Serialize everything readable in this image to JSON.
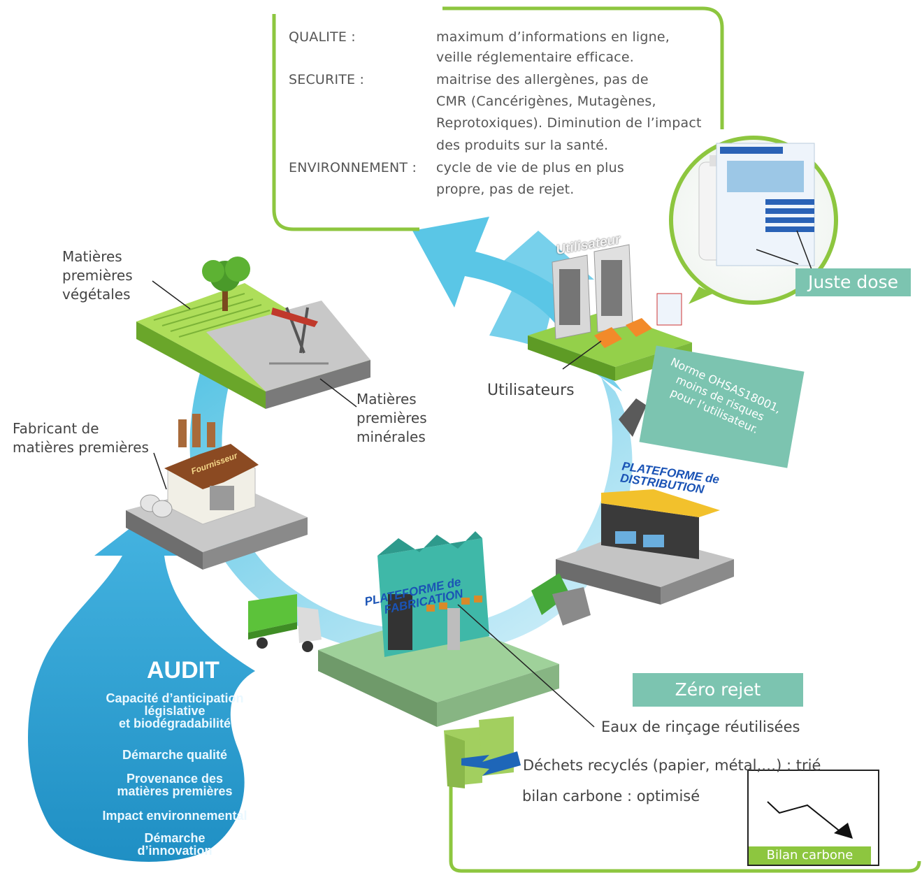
{
  "info_box": {
    "rows": [
      {
        "key": "QUALITE :",
        "value": "maximum d’informations en ligne,"
      },
      {
        "key": "",
        "value": "veille réglementaire efficace."
      },
      {
        "key": "SECURITE :",
        "value": "maitrise des allergènes, pas de"
      },
      {
        "key": "",
        "value": "CMR (Cancérigènes, Mutagènes,"
      },
      {
        "key": "",
        "value": "Reprotoxiques). Diminution de l’impact"
      },
      {
        "key": "",
        "value": "des produits sur la santé."
      },
      {
        "key": "ENVIRONNEMENT :",
        "value": "cycle de vie de plus en plus"
      },
      {
        "key": "",
        "value": "propre, pas de rejet."
      }
    ]
  },
  "labels": {
    "vegetal": [
      "Matières",
      "premières",
      "végétales"
    ],
    "mineral": [
      "Matières",
      "premières",
      "minérales"
    ],
    "fabricant": [
      "Fabricant de",
      "matières premières"
    ],
    "utilisateurs": "Utilisateurs",
    "eaux": "Eaux de rinçage réutilisées",
    "dechets": "Déchets recyclés (papier, métal,…) : trié",
    "bilan_text": "bilan carbone : optimisé"
  },
  "badges": {
    "juste_dose": "Juste dose",
    "zero_rejet": "Zéro rejet",
    "bilan_carbone": "Bilan carbone",
    "norme": [
      "Norme OHSAS18001,",
      "moins de risques",
      "pour l’utilisateur."
    ]
  },
  "buildings": {
    "utilisateur": "Utilisateur",
    "fournisseur": "Fournisseur",
    "plat_distribution": [
      "PLATEFORME de",
      "DISTRIBUTION"
    ],
    "plat_fabrication": [
      "PLATEFORME de",
      "FABRICATION"
    ]
  },
  "audit": {
    "title": "AUDIT",
    "items": [
      [
        "Capacité d’anticipation",
        "législative",
        "et biodégradabilité"
      ],
      [
        "Démarche qualité"
      ],
      [
        "Provenance des",
        "matières premières"
      ],
      [
        "Impact environnemental"
      ],
      [
        "Démarche",
        "d’innovation"
      ]
    ]
  },
  "colors": {
    "green": "#8dc63f",
    "teal": "#7cc4b0",
    "cyan": "#3bb4dc",
    "audit_blue": "#2f9fd0"
  }
}
